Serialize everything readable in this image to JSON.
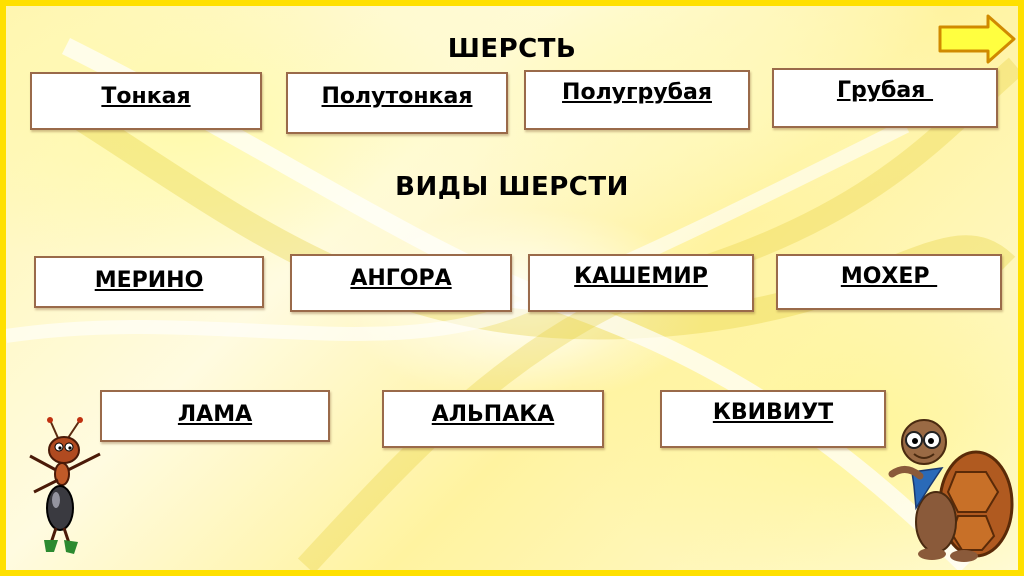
{
  "header": {
    "title": "ШЕРСТЬ"
  },
  "wool_types": [
    {
      "label": "Тонкая"
    },
    {
      "label": "Полутонкая"
    },
    {
      "label": "Полугрубая"
    },
    {
      "label": "Грубая "
    }
  ],
  "section2": {
    "title": "ВИДЫ ШЕРСТИ"
  },
  "kinds_row1": [
    {
      "label": "МЕРИНО"
    },
    {
      "label": "АНГОРА"
    },
    {
      "label": "КАШЕМИР"
    },
    {
      "label": "МОХЕР "
    }
  ],
  "kinds_row2": [
    {
      "label": "ЛАМА"
    },
    {
      "label": "АЛЬПАКА"
    },
    {
      "label": "КВИВИУТ"
    }
  ],
  "colors": {
    "border": "#ffe000",
    "arrow": "#ffff40",
    "box_border": "#9a6a4a"
  },
  "icons": {
    "next": "arrow-right-icon",
    "ant": "ant-character",
    "turtle": "turtle-character"
  }
}
